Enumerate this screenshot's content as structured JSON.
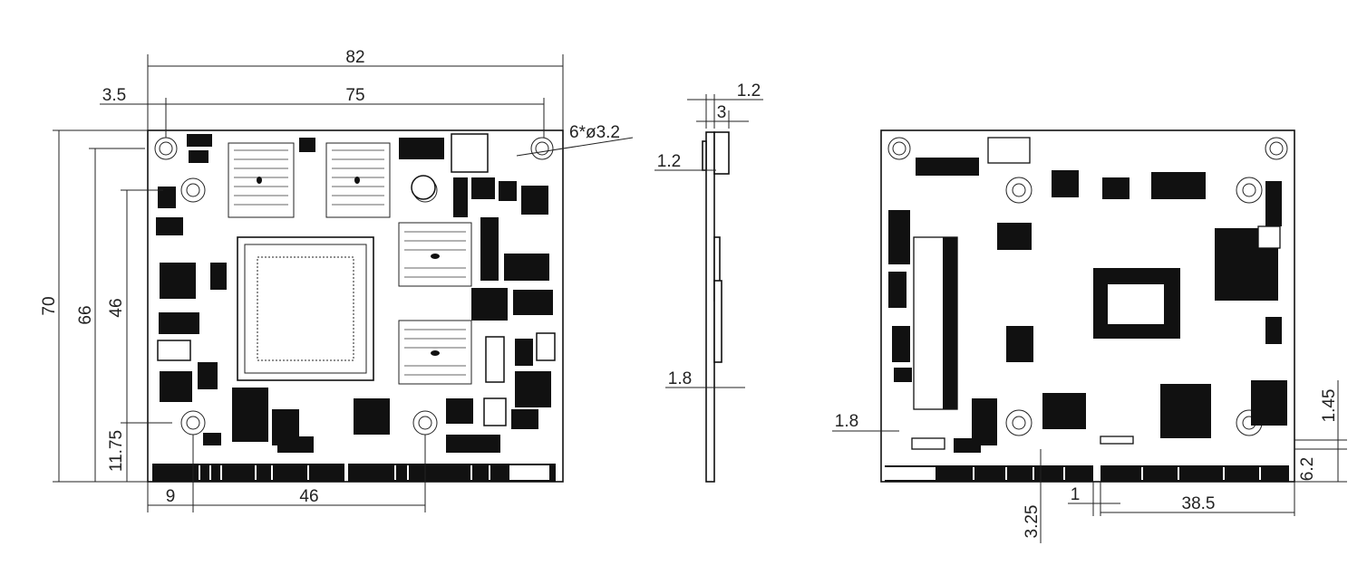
{
  "dimensions": {
    "front_width_total": "82",
    "front_width_holes": "75",
    "front_edge_offset": "3.5",
    "front_holes_label": "6*ø3.2",
    "front_height_total": "70",
    "front_height_holes": "66",
    "front_height_mid": "46",
    "front_height_low": "11.75",
    "front_bottom_left": "9",
    "front_bottom_mid": "46",
    "side_thick_top": "1.2",
    "side_thick_comp": "3",
    "side_board": "1.2",
    "side_bottom": "1.8",
    "back_notch": "1.8",
    "back_right_top": "1.45",
    "back_right_bottom": "6.2",
    "back_bottom_left": "3.25",
    "back_bottom_gap": "1",
    "back_bottom_right": "38.5"
  },
  "icons": {
    "mounting_hole": "mounting-hole-icon",
    "connector": "edge-connector-icon"
  },
  "colors": {
    "ink": "#111111",
    "paper": "#ffffff"
  }
}
